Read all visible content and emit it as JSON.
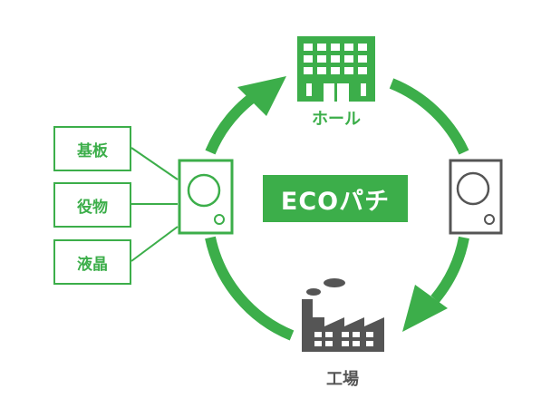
{
  "center_title": "ECOパチ",
  "nodes": {
    "hall": "ホール",
    "factory": "工場"
  },
  "parts": [
    "基板",
    "役物",
    "液晶"
  ],
  "colors": {
    "green": "#3cae4a",
    "dark_gray": "#555555",
    "white": "#ffffff"
  },
  "icons": [
    "building-icon",
    "factory-icon",
    "pachinko-machine-icon"
  ]
}
